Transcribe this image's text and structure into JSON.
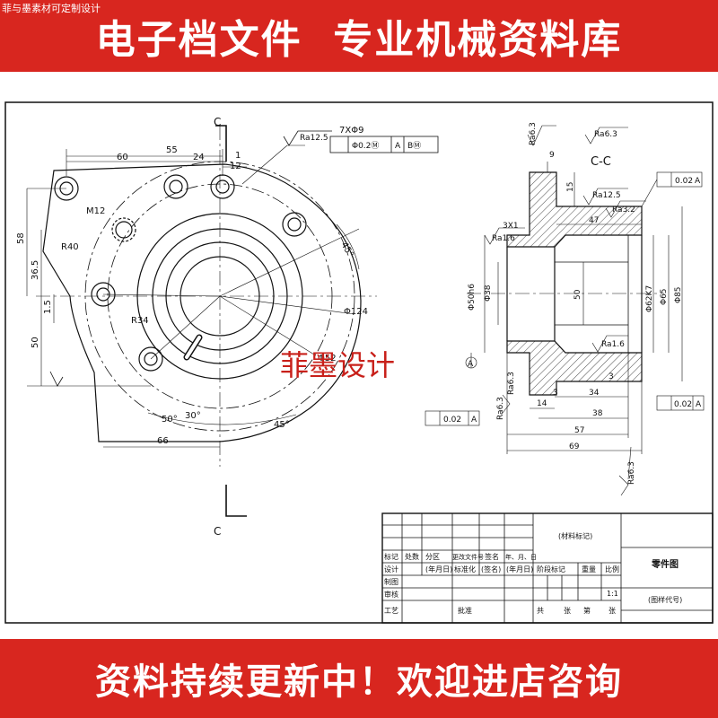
{
  "banner": {
    "top_corner_label": "菲与墨素材可定制设计",
    "top_title": "电子档文件  专业机械资料库",
    "bottom_text": "资料持续更新中！欢迎进店咨询"
  },
  "watermark": "菲墨设计",
  "front_view": {
    "section_mark_top": "C",
    "section_mark_bottom": "C",
    "holes_callout": "7XΦ9",
    "position_tol": "Φ0.2Ⓜ",
    "datum_a": "A",
    "datum_b": "BⓂ",
    "roughness_top": "Ra12.5",
    "dim_55": "55",
    "dim_60": "60",
    "dim_24": "24",
    "dim_1": "1",
    "dim_12": "12",
    "thread": "M12",
    "r40": "R40",
    "dim_58": "58",
    "dim_36_5": "36.5",
    "dim_1_5": "1.5",
    "r34": "R34",
    "dim_50": "50",
    "dim_66": "66",
    "angle_45_top": "45°",
    "dia_124": "Φ124",
    "dia_52": "Φ52",
    "angle_50": "50°",
    "angle_30": "30°",
    "angle_45_bottom": "45°",
    "roughness_left": "Ra6.3"
  },
  "section_view": {
    "title": "C-C",
    "ra_6_3_a": "Ra6.3",
    "ra_6_3_b": "Ra6.3",
    "ra_12_5": "Ra12.5",
    "ra_3_2": "Ra3.2",
    "ra_1_6_a": "Ra1.6",
    "ra_1_6_b": "Ra1.6",
    "ra_6_3_c": "Ra6.3",
    "ra_6_3_d": "Ra6.3",
    "dim_9": "9",
    "dim_15": "15",
    "dim_47": "47",
    "chamfer": "3X1",
    "dia_50": "Φ50h6",
    "dia_38": "Φ38",
    "dim_50": "50",
    "dia_62": "Φ62K7",
    "dia_65": "Φ65",
    "dia_85": "Φ85",
    "dim_3a": "3",
    "dim_3b": "3",
    "dim_34": "34",
    "dim_14": "14",
    "dim_38": "38",
    "dim_57": "57",
    "dim_69": "69",
    "datum_a": "A",
    "runout_1": "0.02",
    "runout_1_datum": "A",
    "runout_2": "0.02",
    "runout_2_datum": "A",
    "runout_3": "0.02",
    "runout_3_datum": "A"
  },
  "title_block": {
    "material_mark": "(材料标记)",
    "part_name": "零件图",
    "drawing_no": "(图样代号)",
    "scale": "1:1",
    "row_headers": [
      "标记",
      "处数",
      "分区",
      "更改文件号",
      "签名",
      "年、月、日"
    ],
    "design": "设计",
    "date1": "(年月日)",
    "standardize": "标准化",
    "sign": "(签名)",
    "date2": "(年月日)",
    "draw": "制图",
    "check": "审核",
    "process": "工艺",
    "approve": "批准",
    "stage_mark": "阶段标记",
    "weight": "重量",
    "ratio": "比例",
    "total": "共",
    "sheets": "张",
    "number": "第",
    "sheet": "张"
  }
}
